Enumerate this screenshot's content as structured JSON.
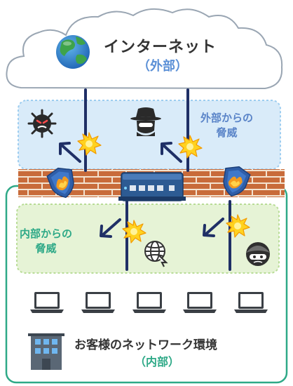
{
  "internet": {
    "title": "インターネット",
    "sub": "（外部）"
  },
  "external_threat": {
    "line1": "外部からの",
    "line2": "脅威"
  },
  "internal_threat": {
    "line1": "内部からの",
    "line2": "脅威"
  },
  "network": {
    "title": "お客様のネットワーク環境",
    "sub": "（内部）"
  },
  "colors": {
    "external_zone": "#d9ebf9",
    "internal_zone": "#e6f3d6",
    "network_border": "#2ea987",
    "brick": "#c86b3a",
    "shield": "#2f5ea8",
    "router": "#2d5b93"
  },
  "icons": [
    "globe-icon",
    "virus-icon",
    "hacker-icon",
    "explosion-icon",
    "shield-icon",
    "router-icon",
    "web-icon",
    "burglar-icon",
    "laptop-icon",
    "building-icon"
  ],
  "laptop_count": 5
}
